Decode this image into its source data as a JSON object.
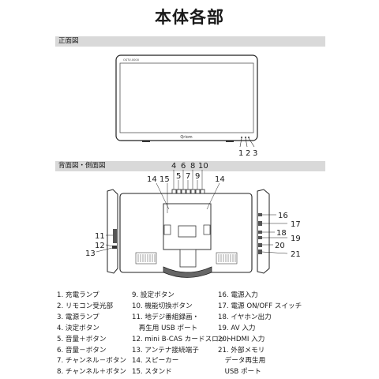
{
  "title": "本体各部",
  "sections": {
    "front": "正面図",
    "back": "背面図・側面図"
  },
  "front_view": {
    "screen_model_text": "OSTV-0000",
    "logo_text": "Qriom",
    "callouts": [
      "1",
      "2",
      "3"
    ]
  },
  "back_view": {
    "top_callouts": [
      "4",
      "6",
      "8",
      "10",
      "5",
      "7",
      "9"
    ],
    "fourteen_left": "14",
    "fifteen": "15",
    "fourteen_right": "14",
    "side_callouts": [
      "11",
      "12",
      "13",
      "16",
      "17",
      "18",
      "19",
      "20",
      "21"
    ]
  },
  "legend": {
    "col1": [
      "1. 充電ランプ",
      "2. リモコン受光部",
      "3. 電源ランプ",
      "4. 決定ボタン",
      "5. 音量＋ボタン",
      "6. 音量－ボタン",
      "7. チャンネル－ボタン",
      "8. チャンネル＋ボタン"
    ],
    "col2": [
      "9. 設定ボタン",
      "10. 機能切換ボタン",
      "11. 地デジ番組録画・",
      "　再生用 USB ポート",
      "12. mini B-CAS カードスロット",
      "13. アンテナ接続端子",
      "14. スピーカー",
      "15. スタンド"
    ],
    "col3": [
      "16. 電源入力",
      "17. 電源 ON/OFF スイッチ",
      "18. イヤホン出力",
      "19. AV 入力",
      "20. HDMI 入力",
      "21. 外部メモリ",
      "　データ再生用",
      "　USB ポート"
    ]
  }
}
